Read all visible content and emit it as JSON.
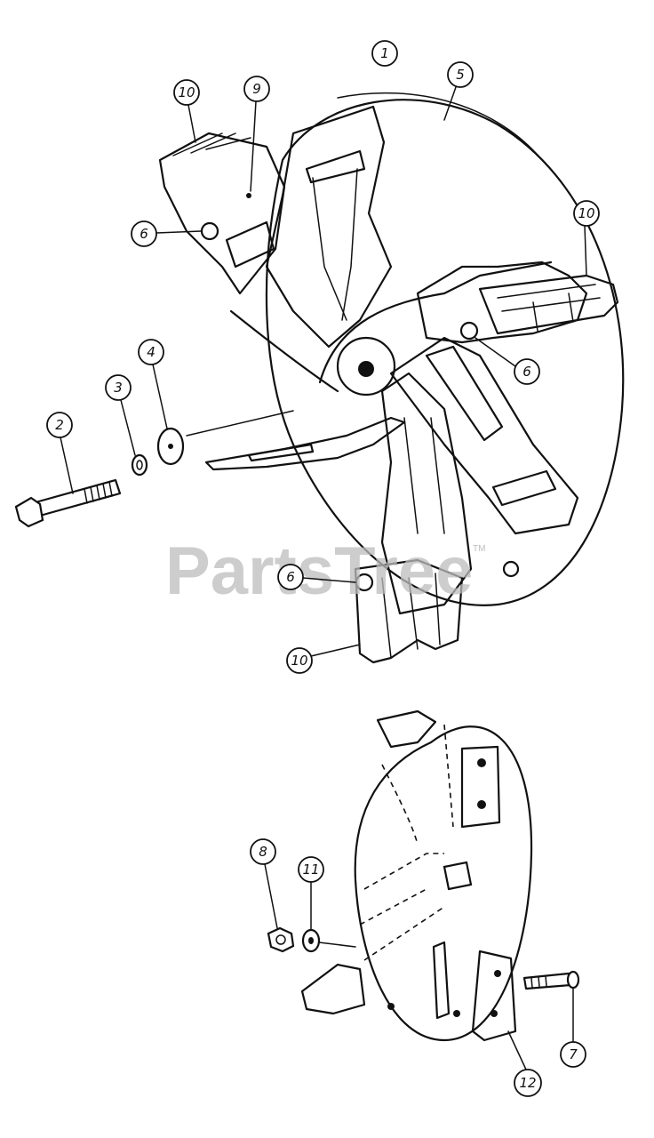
{
  "watermark": {
    "text": "PartsTree",
    "trademark": "TM"
  },
  "callouts": [
    {
      "id": "1",
      "label": "1"
    },
    {
      "id": "5",
      "label": "5"
    },
    {
      "id": "10a",
      "label": "10"
    },
    {
      "id": "9",
      "label": "9"
    },
    {
      "id": "6a",
      "label": "6"
    },
    {
      "id": "10b",
      "label": "10"
    },
    {
      "id": "6b",
      "label": "6"
    },
    {
      "id": "4",
      "label": "4"
    },
    {
      "id": "3",
      "label": "3"
    },
    {
      "id": "2",
      "label": "2"
    },
    {
      "id": "6c",
      "label": "6"
    },
    {
      "id": "10c",
      "label": "10"
    },
    {
      "id": "8",
      "label": "8"
    },
    {
      "id": "11",
      "label": "11"
    },
    {
      "id": "7",
      "label": "7"
    },
    {
      "id": "12",
      "label": "12"
    }
  ]
}
